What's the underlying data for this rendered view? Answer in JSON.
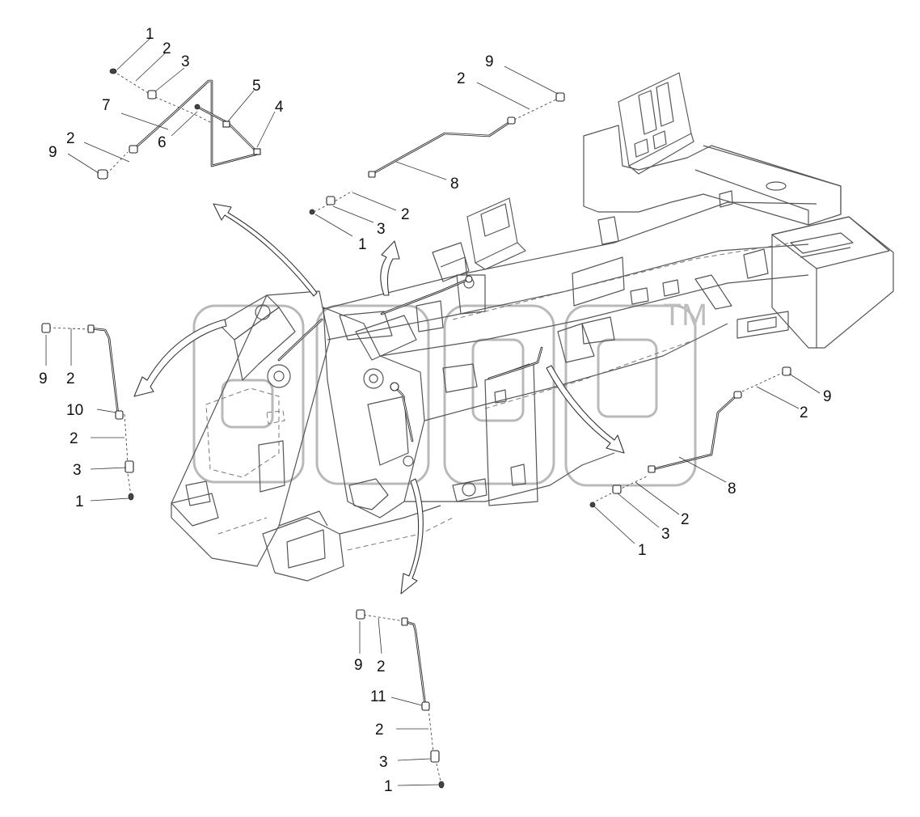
{
  "watermark": {
    "mark": "TM",
    "color": "#bdbdbd"
  },
  "callouts": {
    "tl_1": "1",
    "tl_2a": "2",
    "tl_3": "3",
    "tl_5": "5",
    "tl_7": "7",
    "tl_4": "4",
    "tl_6": "6",
    "tl_2b": "2",
    "tl_9": "9",
    "tr_9": "9",
    "tr_2": "2",
    "tr_8": "8",
    "tr_2b": "2",
    "tr_3": "3",
    "tr_1": "1",
    "l_9": "9",
    "l_2a": "2",
    "l_10": "10",
    "l_2b": "2",
    "l_3": "3",
    "l_1": "1",
    "r_9": "9",
    "r_2a": "2",
    "r_8": "8",
    "r_2b": "2",
    "r_3": "3",
    "r_1": "1",
    "b_9": "9",
    "b_2a": "2",
    "b_11": "11",
    "b_2b": "2",
    "b_3": "3",
    "b_1": "1"
  },
  "colors": {
    "line": "#222222",
    "frame": "#555555",
    "watermark": "#bdbdbd",
    "background": "#ffffff"
  }
}
